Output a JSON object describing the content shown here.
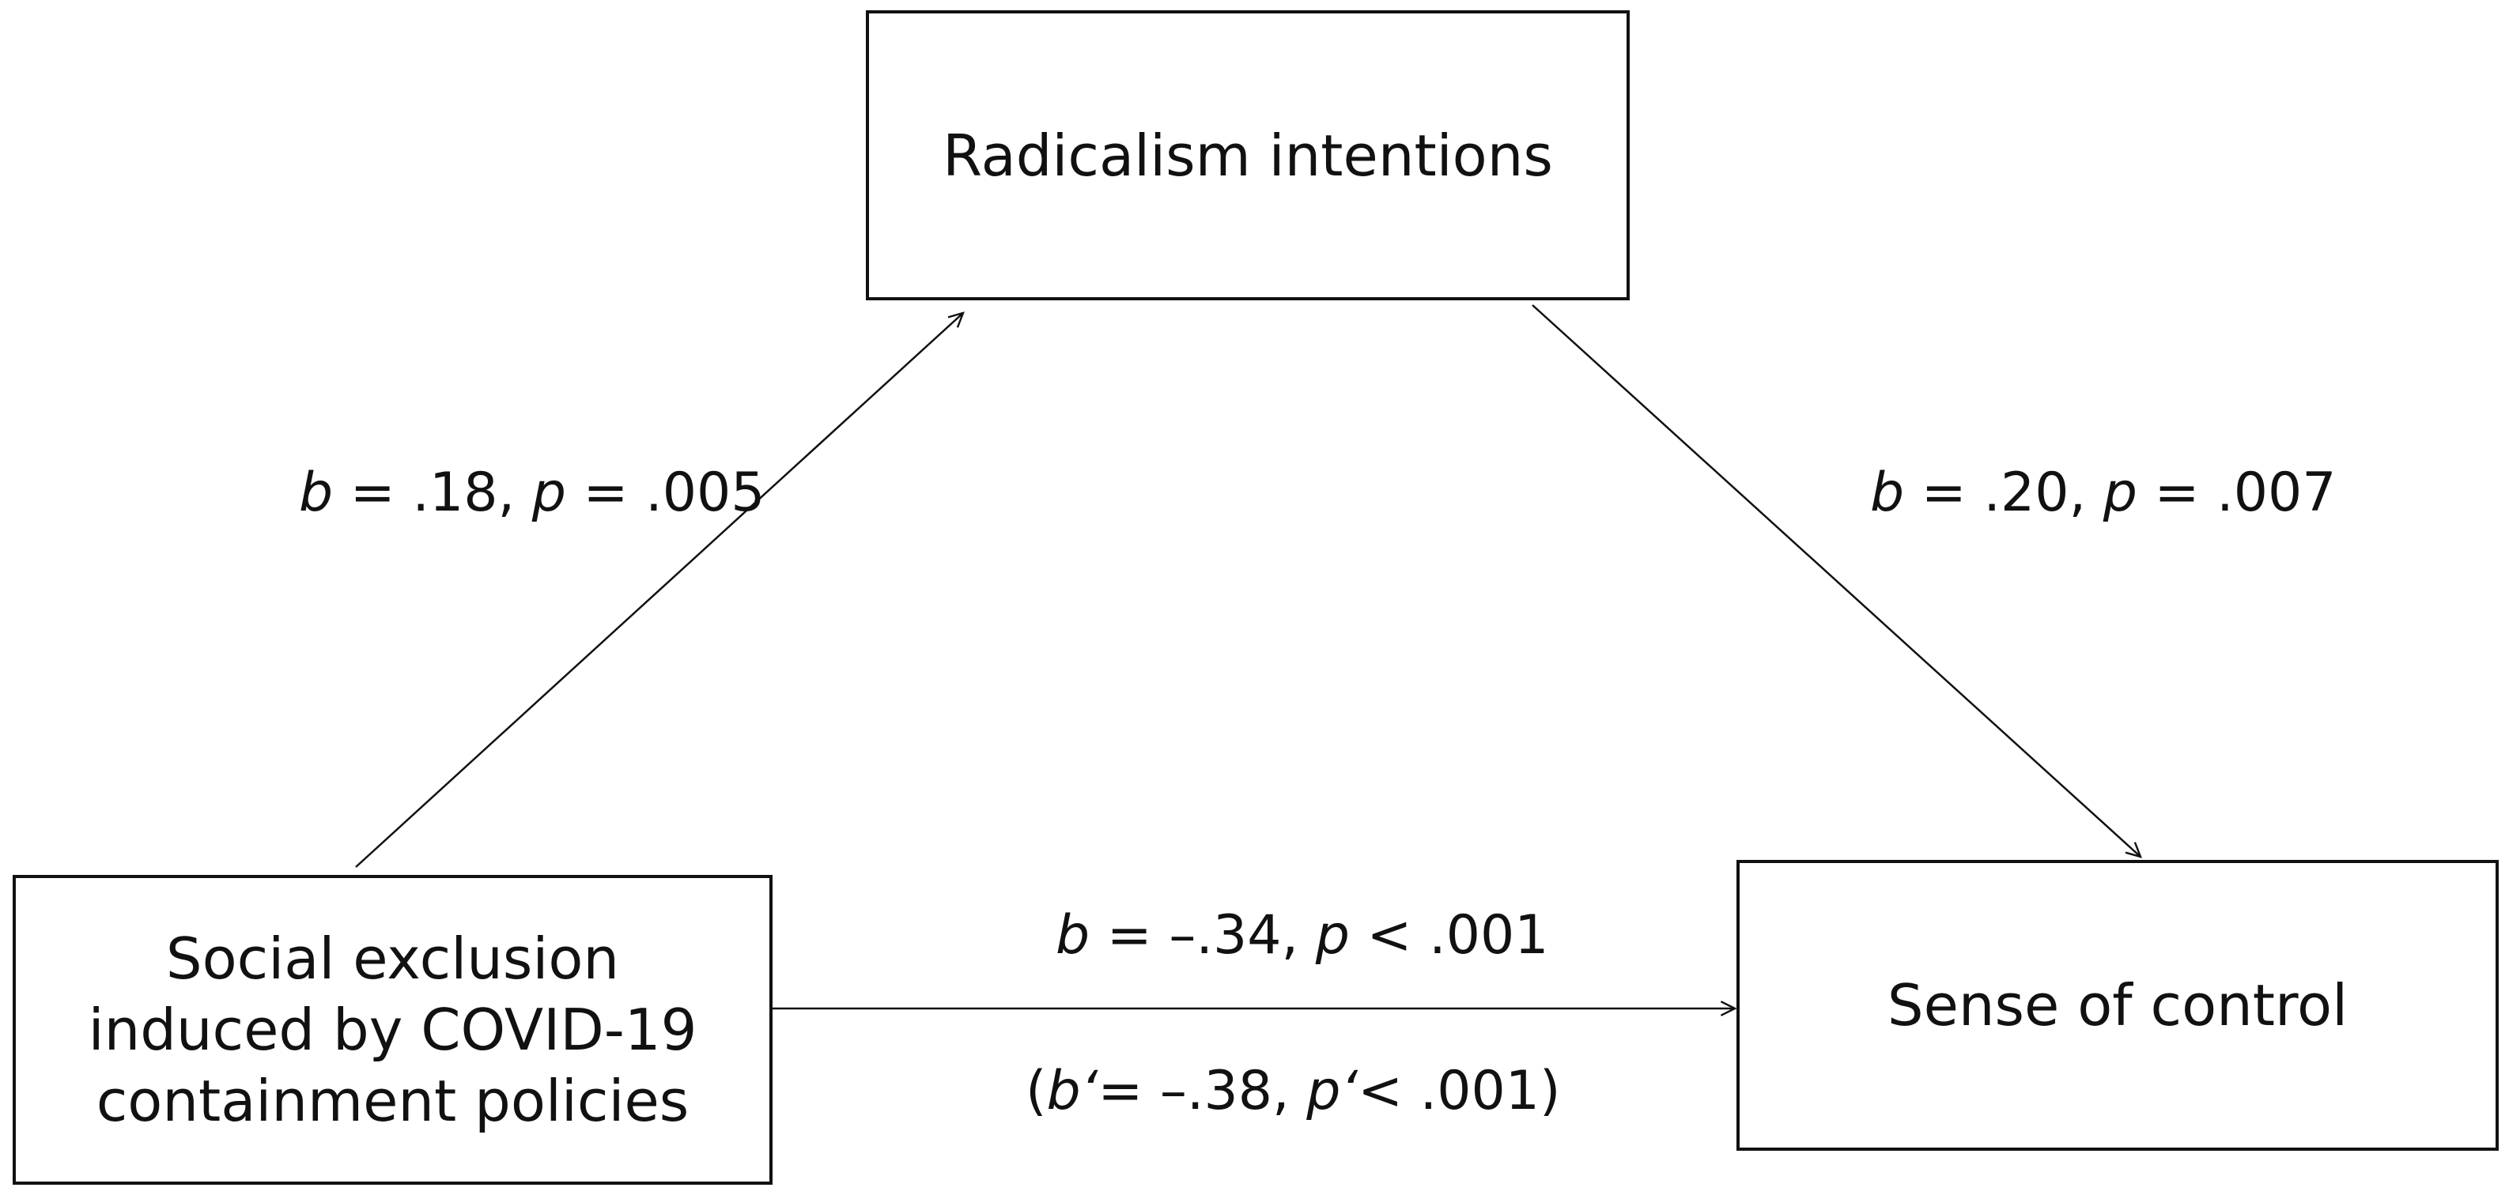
{
  "nodes": {
    "mediator": {
      "label": "Radicalism intentions"
    },
    "predictor": {
      "lines": [
        "Social exclusion",
        "induced by COVID-19",
        "containment policies"
      ]
    },
    "outcome": {
      "label": "Sense of control"
    }
  },
  "paths": {
    "a": {
      "b_symbol": "b",
      "b_text": " = .18, ",
      "p_symbol": "p",
      "p_text": " = .005"
    },
    "b": {
      "b_symbol": "b",
      "b_text": " = .20, ",
      "p_symbol": "p",
      "p_text": " = .007"
    },
    "c": {
      "b_symbol": "b",
      "b_text": " = –.34, ",
      "p_symbol": "p",
      "p_text": " < .001"
    },
    "c_adjusted": {
      "open": "(",
      "b_symbol": "b‘",
      "b_text": "= –.38, ",
      "p_symbol": "p‘",
      "p_text": "< .001)"
    }
  },
  "colors": {
    "ink": "#111111",
    "background": "#ffffff"
  }
}
